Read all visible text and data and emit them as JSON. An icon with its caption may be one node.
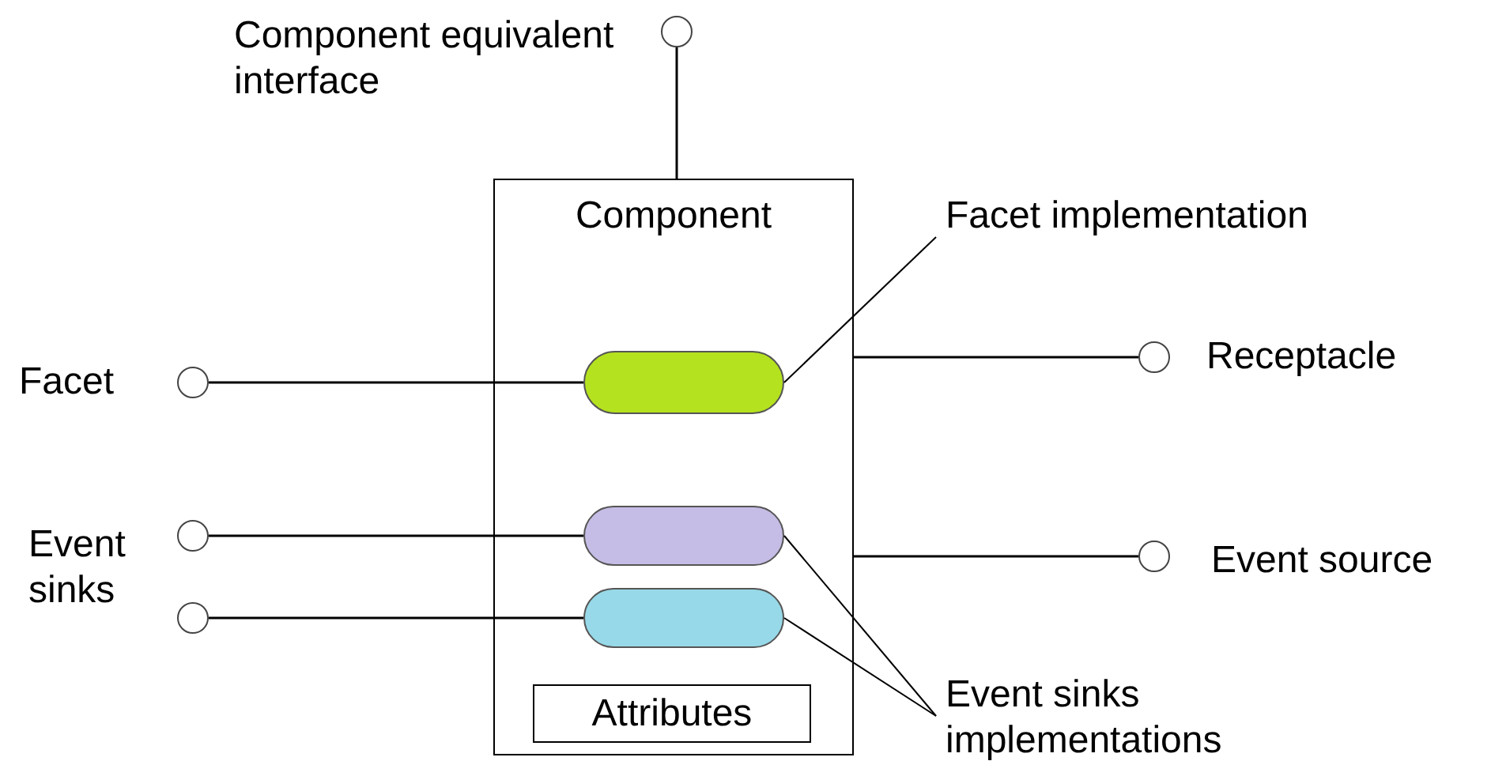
{
  "diagram": {
    "nodes": [
      {
        "text": [
          "Component"
        ]
      },
      {
        "text": [
          "Attributes"
        ],
        "in": 0
      },
      {
        "text": [],
        "shape": "box",
        "in": 0
      },
      {
        "text": [],
        "shape": "box",
        "in": 0
      },
      {
        "text": [],
        "shape": "box",
        "in": 0
      },
      {
        "text": [],
        "shape": "circle",
        "beside": [
          "Component equivalent interface"
        ]
      },
      {
        "text": [],
        "shape": "circle",
        "beside": [
          "Facet"
        ]
      },
      {
        "text": [],
        "shape": "circle",
        "beside": [
          "Event sinks"
        ]
      },
      {
        "text": [],
        "shape": "circle"
      },
      {
        "text": [],
        "shape": "circle",
        "beside": [
          "Receptacle"
        ]
      },
      {
        "text": [],
        "shape": "circle",
        "beside": [
          "Event source"
        ]
      },
      {
        "text": [
          "Facet implementation"
        ]
      },
      {
        "text": [
          "Event sinks implementations"
        ]
      }
    ],
    "edges": [
      {
        "from": 5,
        "to": 0,
        "arrow": "none"
      },
      {
        "from": 6,
        "to": 2,
        "arrow": "none"
      },
      {
        "from": 7,
        "to": 3,
        "arrow": "none"
      },
      {
        "from": 8,
        "to": 4,
        "arrow": "none"
      },
      {
        "from": 0,
        "to": 9,
        "arrow": "none"
      },
      {
        "from": 0,
        "to": 10,
        "arrow": "none"
      },
      {
        "from": 11,
        "to": 2,
        "arrow": "none"
      },
      {
        "from": 12,
        "to": 3,
        "arrow": "none"
      },
      {
        "from": 12,
        "to": 4,
        "arrow": "none"
      }
    ]
  }
}
